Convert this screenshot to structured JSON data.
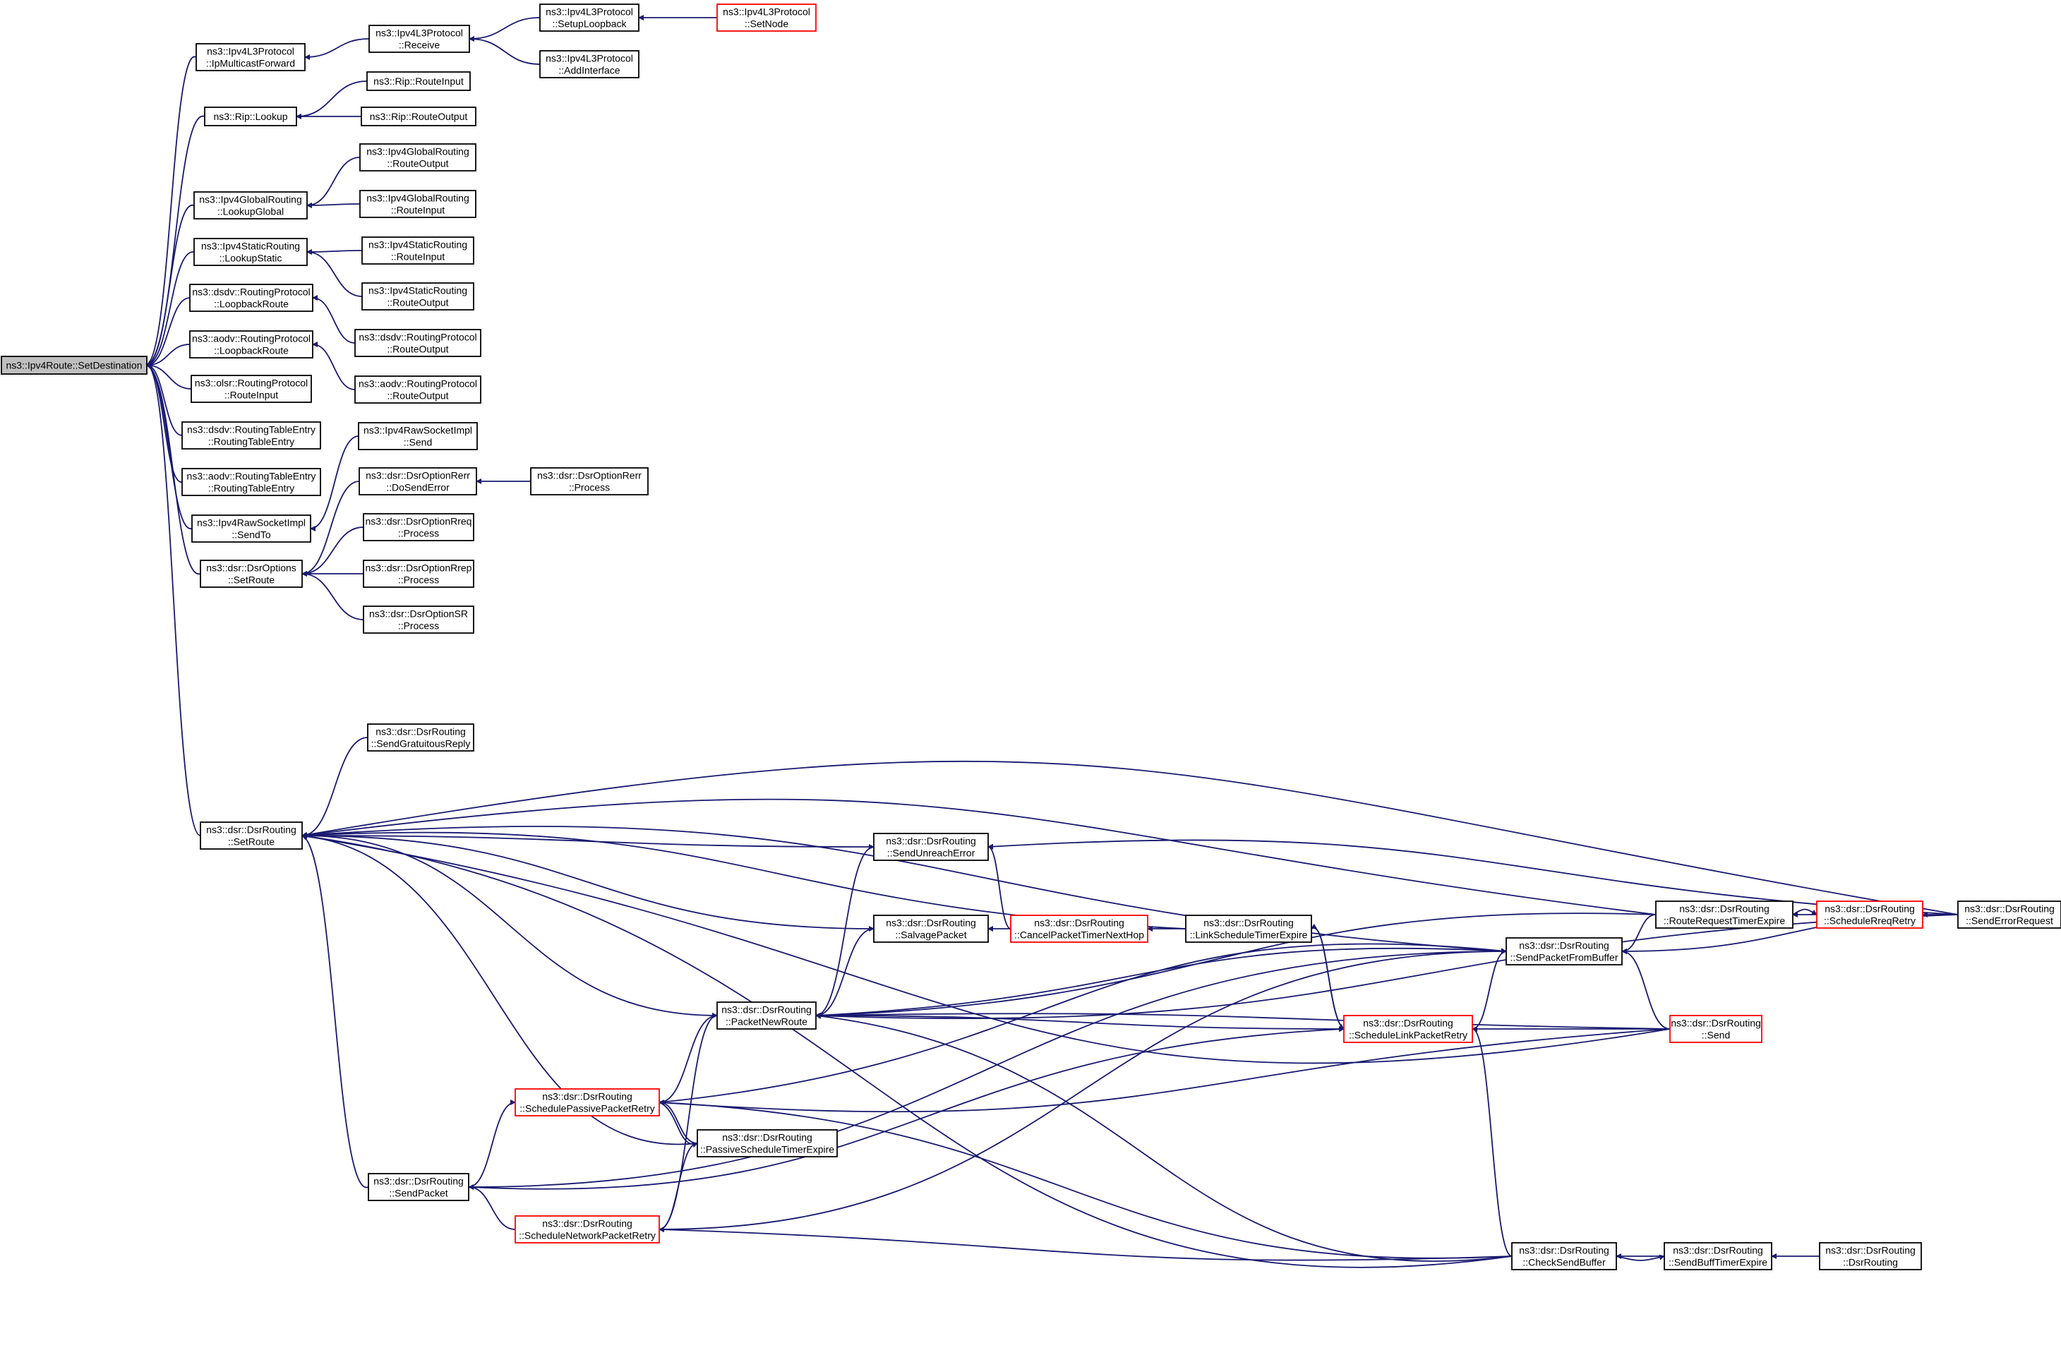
{
  "colors": {
    "edge": "#191970",
    "node_border": "#000000",
    "truncated_border": "#ff0000",
    "root_fill": "#bfbfbf",
    "node_fill": "#ffffff"
  },
  "nodes": [
    {
      "id": "n0",
      "lines": [
        "ns3::Ipv4Route::SetDestination"
      ],
      "root": true
    },
    {
      "id": "n1",
      "lines": [
        "ns3::Ipv4L3Protocol",
        "::IpMulticastForward"
      ]
    },
    {
      "id": "n2",
      "lines": [
        "ns3::Rip::Lookup"
      ]
    },
    {
      "id": "n3",
      "lines": [
        "ns3::Ipv4GlobalRouting",
        "::LookupGlobal"
      ]
    },
    {
      "id": "n4",
      "lines": [
        "ns3::Ipv4StaticRouting",
        "::LookupStatic"
      ]
    },
    {
      "id": "n5",
      "lines": [
        "ns3::dsdv::RoutingProtocol",
        "::LoopbackRoute"
      ]
    },
    {
      "id": "n6",
      "lines": [
        "ns3::aodv::RoutingProtocol",
        "::LoopbackRoute"
      ]
    },
    {
      "id": "n7",
      "lines": [
        "ns3::olsr::RoutingProtocol",
        "::RouteInput"
      ]
    },
    {
      "id": "n8",
      "lines": [
        "ns3::dsdv::RoutingTableEntry",
        "::RoutingTableEntry"
      ]
    },
    {
      "id": "n9",
      "lines": [
        "ns3::aodv::RoutingTableEntry",
        "::RoutingTableEntry"
      ]
    },
    {
      "id": "n10",
      "lines": [
        "ns3::Ipv4RawSocketImpl",
        "::SendTo"
      ]
    },
    {
      "id": "n11",
      "lines": [
        "ns3::dsr::DsrOptions",
        "::SetRoute"
      ]
    },
    {
      "id": "n12",
      "lines": [
        "ns3::dsr::DsrRouting",
        "::SetRoute"
      ]
    },
    {
      "id": "n13",
      "lines": [
        "ns3::Ipv4L3Protocol",
        "::Receive"
      ]
    },
    {
      "id": "n14",
      "lines": [
        "ns3::Ipv4L3Protocol",
        "::SetupLoopback"
      ]
    },
    {
      "id": "n15",
      "lines": [
        "ns3::Ipv4L3Protocol",
        "::SetNode"
      ],
      "truncated": true
    },
    {
      "id": "n16",
      "lines": [
        "ns3::Ipv4L3Protocol",
        "::AddInterface"
      ]
    },
    {
      "id": "n17",
      "lines": [
        "ns3::Rip::RouteInput"
      ]
    },
    {
      "id": "n18",
      "lines": [
        "ns3::Rip::RouteOutput"
      ]
    },
    {
      "id": "n19",
      "lines": [
        "ns3::Ipv4GlobalRouting",
        "::RouteOutput"
      ]
    },
    {
      "id": "n20",
      "lines": [
        "ns3::Ipv4GlobalRouting",
        "::RouteInput"
      ]
    },
    {
      "id": "n21",
      "lines": [
        "ns3::Ipv4StaticRouting",
        "::RouteInput"
      ]
    },
    {
      "id": "n22",
      "lines": [
        "ns3::Ipv4StaticRouting",
        "::RouteOutput"
      ]
    },
    {
      "id": "n23",
      "lines": [
        "ns3::dsdv::RoutingProtocol",
        "::RouteOutput"
      ]
    },
    {
      "id": "n24",
      "lines": [
        "ns3::aodv::RoutingProtocol",
        "::RouteOutput"
      ]
    },
    {
      "id": "n25",
      "lines": [
        "ns3::Ipv4RawSocketImpl",
        "::Send"
      ]
    },
    {
      "id": "n26",
      "lines": [
        "ns3::dsr::DsrOptionRerr",
        "::DoSendError"
      ]
    },
    {
      "id": "n27",
      "lines": [
        "ns3::dsr::DsrOptionRerr",
        "::Process"
      ]
    },
    {
      "id": "n28",
      "lines": [
        "ns3::dsr::DsrOptionRreq",
        "::Process"
      ]
    },
    {
      "id": "n29",
      "lines": [
        "ns3::dsr::DsrOptionRrep",
        "::Process"
      ]
    },
    {
      "id": "n30",
      "lines": [
        "ns3::dsr::DsrOptionSR",
        "::Process"
      ]
    },
    {
      "id": "n31",
      "lines": [
        "ns3::dsr::DsrRouting",
        "::SendGratuitousReply"
      ]
    },
    {
      "id": "n32",
      "lines": [
        "ns3::dsr::DsrRouting",
        "::SendUnreachError"
      ]
    },
    {
      "id": "n33",
      "lines": [
        "ns3::dsr::DsrRouting",
        "::SalvagePacket"
      ]
    },
    {
      "id": "n34",
      "lines": [
        "ns3::dsr::DsrRouting",
        "::CancelPacketTimerNextHop"
      ],
      "truncated": true
    },
    {
      "id": "n35",
      "lines": [
        "ns3::dsr::DsrRouting",
        "::LinkScheduleTimerExpire"
      ]
    },
    {
      "id": "n36",
      "lines": [
        "ns3::dsr::DsrRouting",
        "::PacketNewRoute"
      ]
    },
    {
      "id": "n37",
      "lines": [
        "ns3::dsr::DsrRouting",
        "::SendPacketFromBuffer"
      ]
    },
    {
      "id": "n38",
      "lines": [
        "ns3::dsr::DsrRouting",
        "::RouteRequestTimerExpire"
      ]
    },
    {
      "id": "n39",
      "lines": [
        "ns3::dsr::DsrRouting",
        "::ScheduleRreqRetry"
      ],
      "truncated": true
    },
    {
      "id": "n40",
      "lines": [
        "ns3::dsr::DsrRouting",
        "::SendErrorRequest"
      ]
    },
    {
      "id": "n41",
      "lines": [
        "ns3::dsr::DsrRouting",
        "::ScheduleLinkPacketRetry"
      ],
      "truncated": true
    },
    {
      "id": "n42",
      "lines": [
        "ns3::dsr::DsrRouting",
        "::Send"
      ],
      "truncated": true
    },
    {
      "id": "n43",
      "lines": [
        "ns3::dsr::DsrRouting",
        "::SchedulePassivePacketRetry"
      ],
      "truncated": true
    },
    {
      "id": "n44",
      "lines": [
        "ns3::dsr::DsrRouting",
        "::PassiveScheduleTimerExpire"
      ]
    },
    {
      "id": "n45",
      "lines": [
        "ns3::dsr::DsrRouting",
        "::SendPacket"
      ]
    },
    {
      "id": "n46",
      "lines": [
        "ns3::dsr::DsrRouting",
        "::ScheduleNetworkPacketRetry"
      ],
      "truncated": true
    },
    {
      "id": "n47",
      "lines": [
        "ns3::dsr::DsrRouting",
        "::CheckSendBuffer"
      ]
    },
    {
      "id": "n48",
      "lines": [
        "ns3::dsr::DsrRouting",
        "::SendBuffTimerExpire"
      ]
    },
    {
      "id": "n49",
      "lines": [
        "ns3::dsr::DsrRouting",
        "::DsrRouting"
      ]
    }
  ]
}
